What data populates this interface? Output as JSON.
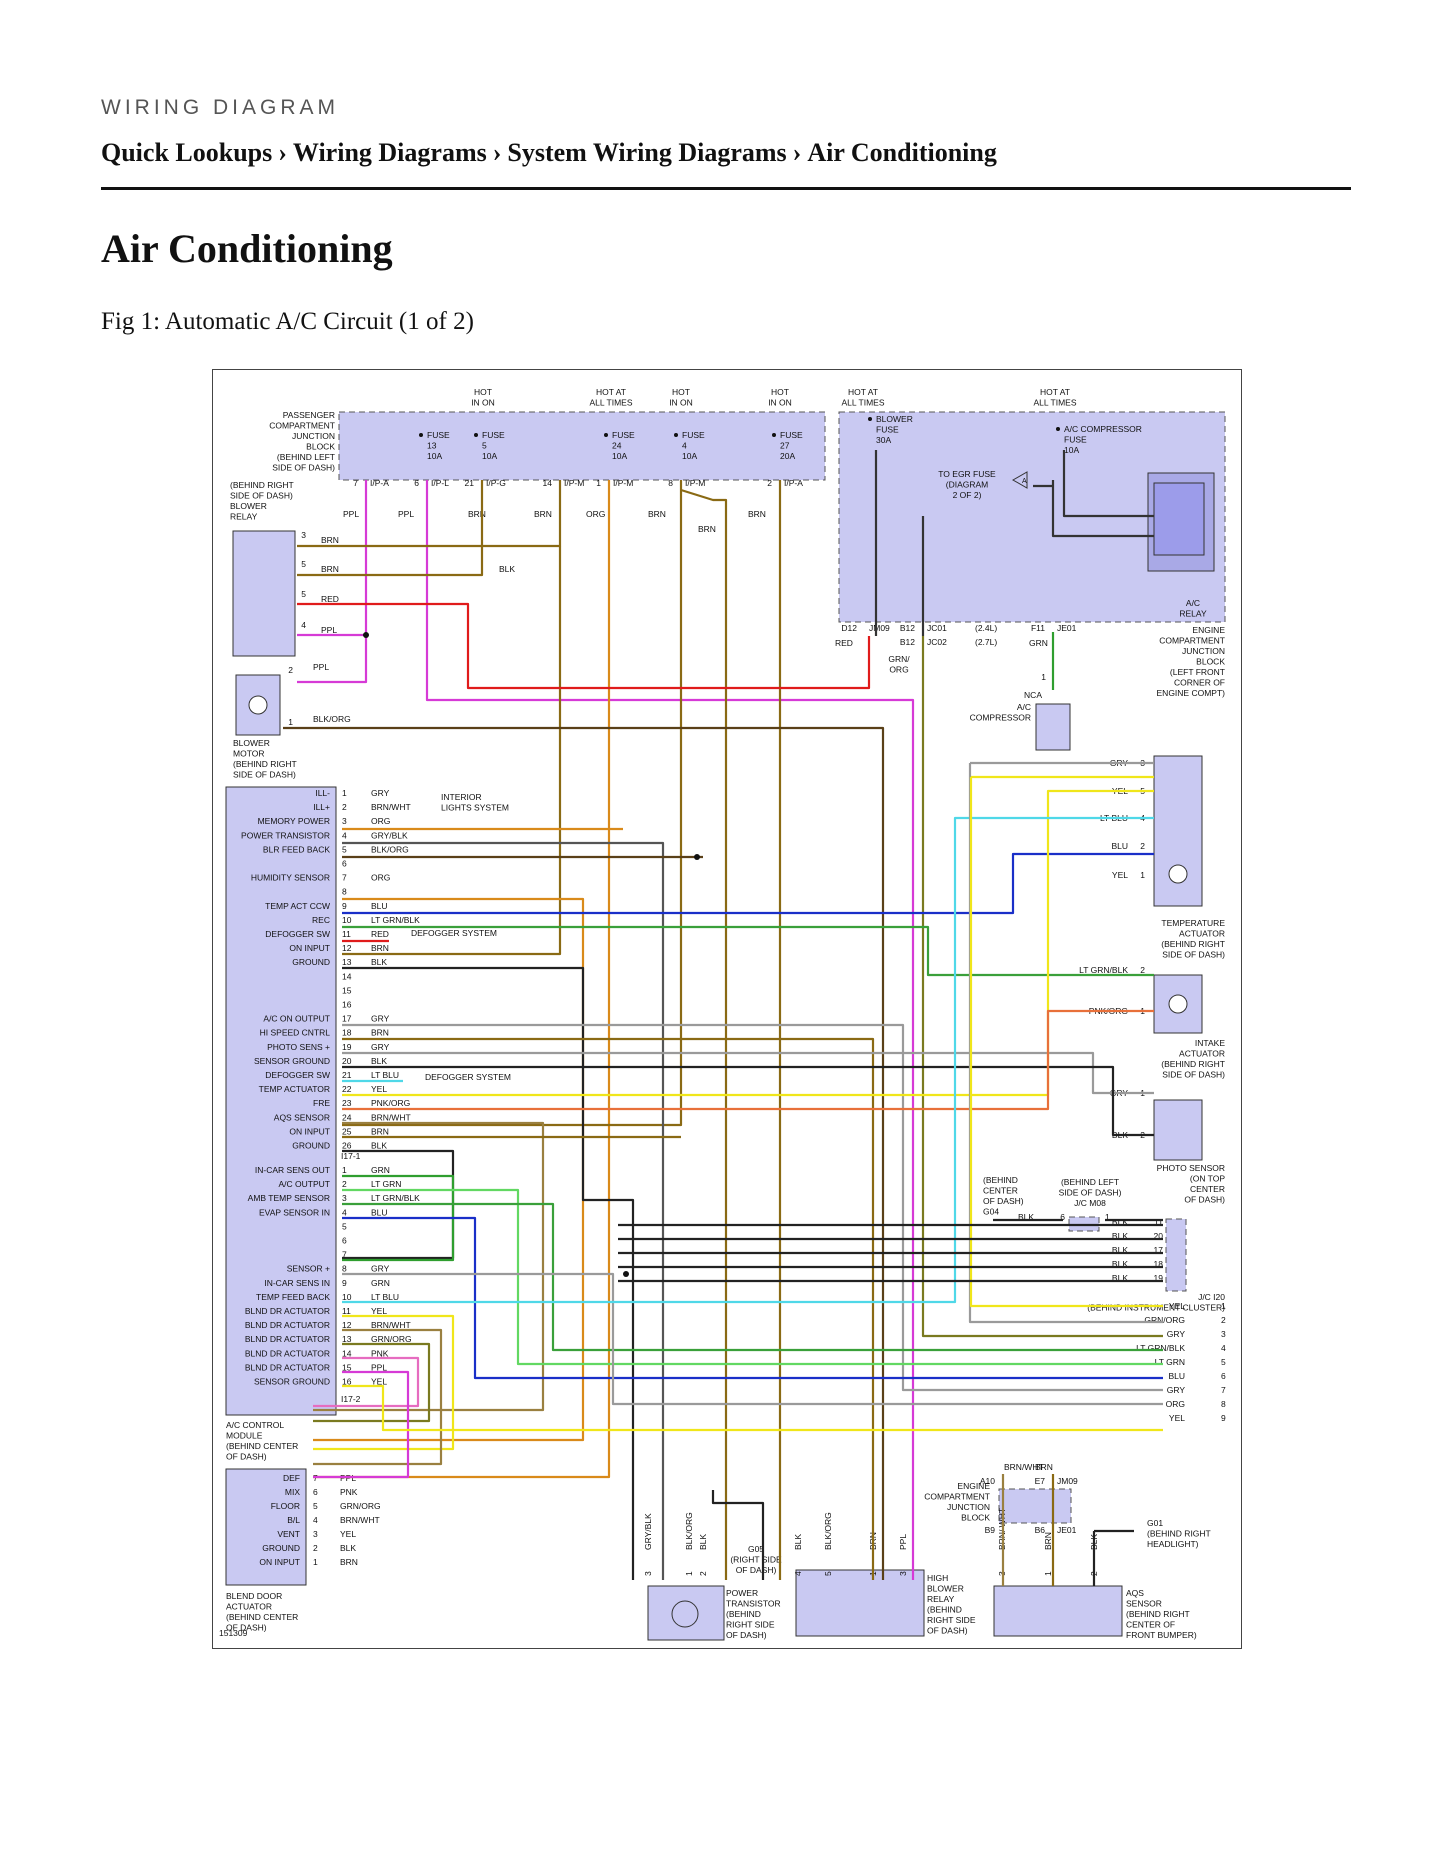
{
  "header": {
    "kicker": "WIRING DIAGRAM",
    "breadcrumb": [
      "Quick Lookups",
      "Wiring Diagrams",
      "System Wiring Diagrams",
      "Air Conditioning"
    ],
    "separator": "›"
  },
  "page_title": "Air Conditioning",
  "figure_caption": "Fig 1: Automatic A/C Circuit (1 of 2)",
  "diagram": {
    "figure_id": "151309",
    "colors": {
      "component_fill": "#c9c9f2",
      "component_fill_dark": "#a9a9e6",
      "PPL": "#d63ad6",
      "BRN": "#8a6a14",
      "RED": "#e01b1b",
      "ORG": "#d98a1a",
      "GRY": "#9a9a9a",
      "BLK": "#222222",
      "BLU": "#1a2fc8",
      "GRN": "#2f9e2f",
      "LT_GRN": "#62d862",
      "LT_BLU": "#4fd8e8",
      "YEL": "#f0e61a",
      "PNK": "#e66cc0",
      "BRN_WHT": "#9a8040",
      "BLK_ORG": "#5a4018",
      "GRN_ORG": "#7a7a20",
      "PNK_ORG": "#e8703a",
      "GRY_BLK": "#555555",
      "LT_GRN_BLK": "#3aa03a"
    },
    "headers": [
      {
        "key": "h1",
        "text": [
          "HOT",
          "IN ON"
        ]
      },
      {
        "key": "h2",
        "text": [
          "HOT AT",
          "ALL TIMES"
        ]
      },
      {
        "key": "h3",
        "text": [
          "HOT",
          "IN ON"
        ]
      },
      {
        "key": "h4",
        "text": [
          "HOT",
          "IN ON"
        ]
      },
      {
        "key": "h5",
        "text": [
          "HOT AT",
          "ALL TIMES"
        ]
      },
      {
        "key": "h6",
        "text": [
          "HOT AT",
          "ALL TIMES"
        ]
      }
    ],
    "fuses": [
      {
        "key": "f1",
        "text": [
          "FUSE",
          "13",
          "10A"
        ]
      },
      {
        "key": "f2",
        "text": [
          "FUSE",
          "5",
          "10A"
        ]
      },
      {
        "key": "f3",
        "text": [
          "FUSE",
          "24",
          "10A"
        ]
      },
      {
        "key": "f4",
        "text": [
          "FUSE",
          "4",
          "10A"
        ]
      },
      {
        "key": "f5",
        "text": [
          "FUSE",
          "27",
          "20A"
        ]
      },
      {
        "key": "f6",
        "text": [
          "BLOWER",
          "FUSE",
          "30A"
        ]
      },
      {
        "key": "f7",
        "text": [
          "A/C COMPRESSOR",
          "FUSE",
          "10A"
        ]
      }
    ],
    "labels": [
      {
        "key": "pass_jb",
        "anchor": "end",
        "text": [
          "PASSENGER",
          "COMPARTMENT",
          "JUNCTION",
          "BLOCK",
          "(BEHIND LEFT",
          "SIDE OF DASH)"
        ]
      },
      {
        "key": "blower_relay",
        "anchor": "start",
        "text": [
          "(BEHIND RIGHT",
          "SIDE OF DASH)",
          "BLOWER",
          "RELAY"
        ]
      },
      {
        "key": "egr",
        "anchor": "middle",
        "text": [
          "TO EGR FUSE",
          "(DIAGRAM",
          "2 OF 2)"
        ]
      },
      {
        "key": "ac_relay",
        "anchor": "middle",
        "text": [
          "A/C",
          "RELAY"
        ]
      },
      {
        "key": "eng_jb",
        "anchor": "end",
        "text": [
          "ENGINE",
          "COMPARTMENT",
          "JUNCTION",
          "BLOCK",
          "(LEFT FRONT",
          "CORNER OF",
          "ENGINE COMPT)"
        ]
      },
      {
        "key": "ac_comp",
        "anchor": "end",
        "text": [
          "A/C",
          "COMPRESSOR"
        ]
      },
      {
        "key": "blower_motor",
        "anchor": "start",
        "text": [
          "BLOWER",
          "MOTOR",
          "(BEHIND RIGHT",
          "SIDE OF DASH)"
        ]
      },
      {
        "key": "temp_act",
        "anchor": "end",
        "text": [
          "TEMPERATURE",
          "ACTUATOR",
          "(BEHIND RIGHT",
          "SIDE OF DASH)"
        ]
      },
      {
        "key": "intake_act",
        "anchor": "end",
        "text": [
          "INTAKE",
          "ACTUATOR",
          "(BEHIND RIGHT",
          "SIDE OF DASH)"
        ]
      },
      {
        "key": "photo",
        "anchor": "end",
        "text": [
          "PHOTO SENSOR",
          "(ON TOP",
          "CENTER",
          "OF DASH)"
        ]
      },
      {
        "key": "g04",
        "anchor": "start",
        "text": [
          "(BEHIND",
          "CENTER",
          "OF DASH)",
          "G04"
        ]
      },
      {
        "key": "jcm08",
        "anchor": "middle",
        "text": [
          "(BEHIND LEFT",
          "SIDE OF DASH)",
          "J/C M08"
        ]
      },
      {
        "key": "jci20",
        "anchor": "end",
        "text": [
          "J/C I20",
          "(BEHIND INSTRUMENT CLUSTER)"
        ]
      },
      {
        "key": "ac_module",
        "anchor": "start",
        "text": [
          "A/C CONTROL",
          "MODULE",
          "(BEHIND CENTER",
          "OF DASH)"
        ]
      },
      {
        "key": "blend_door",
        "anchor": "start",
        "text": [
          "BLEND DOOR",
          "ACTUATOR",
          "(BEHIND CENTER",
          "OF DASH)"
        ]
      },
      {
        "key": "g05",
        "anchor": "middle",
        "text": [
          "G05",
          "(RIGHT SIDE",
          "OF DASH)"
        ]
      },
      {
        "key": "power_tr",
        "anchor": "start",
        "text": [
          "POWER",
          "TRANSISTOR",
          "(BEHIND",
          "RIGHT SIDE",
          "OF DASH)"
        ]
      },
      {
        "key": "hi_relay",
        "anchor": "start",
        "text": [
          "HIGH",
          "BLOWER",
          "RELAY",
          "(BEHIND",
          "RIGHT SIDE",
          "OF DASH)"
        ]
      },
      {
        "key": "eng_jb2",
        "anchor": "end",
        "text": [
          "ENGINE",
          "COMPARTMENT",
          "JUNCTION",
          "BLOCK"
        ]
      },
      {
        "key": "g01",
        "anchor": "start",
        "text": [
          "G01",
          "(BEHIND RIGHT",
          "HEADLIGHT)"
        ]
      },
      {
        "key": "aqs",
        "anchor": "start",
        "text": [
          "AQS",
          "SENSOR",
          "(BEHIND RIGHT",
          "CENTER OF",
          "FRONT BUMPER)"
        ]
      },
      {
        "key": "interior",
        "anchor": "start",
        "text": [
          "INTERIOR",
          "LIGHTS SYSTEM"
        ]
      },
      {
        "key": "defog1",
        "anchor": "start",
        "text": [
          "DEFOGGER SYSTEM"
        ]
      },
      {
        "key": "defog2",
        "anchor": "start",
        "text": [
          "DEFOGGER SYSTEM"
        ]
      }
    ],
    "connectors": [
      {
        "key": "c_ipa1",
        "pin": "7",
        "name": "I/P-A"
      },
      {
        "key": "c_ipl",
        "pin": "6",
        "name": "I/P-L"
      },
      {
        "key": "c_ipg",
        "pin": "21",
        "name": "I/P-G"
      },
      {
        "key": "c_ipm1",
        "pin": "14",
        "name": "I/P-M"
      },
      {
        "key": "c_ipm2",
        "pin": "1",
        "name": "I/P-M"
      },
      {
        "key": "c_ipm3",
        "pin": "8",
        "name": "I/P-M"
      },
      {
        "key": "c_ipa2",
        "pin": "2",
        "name": "I/P-A"
      },
      {
        "key": "c_jm09",
        "pin": "D12",
        "name": "JM09"
      },
      {
        "key": "c_jc01",
        "pin": "B12",
        "name": "JC01"
      },
      {
        "key": "c_jc02",
        "pin": "B12",
        "name": "JC02"
      },
      {
        "key": "c_je01",
        "pin": "F11",
        "name": "JE01"
      },
      {
        "key": "c_a10",
        "pin": "A10",
        "name": ""
      },
      {
        "key": "c_e7",
        "pin": "E7",
        "name": "JM09"
      },
      {
        "key": "c_b9",
        "pin": "B9",
        "name": ""
      },
      {
        "key": "c_b6",
        "pin": "B6",
        "name": "JE01"
      }
    ],
    "misc_text": {
      "engine_24": "(2.4L)",
      "engine_27": "(2.7L)",
      "nca": "NCA",
      "i17_1": "I17-1",
      "i17_2": "I17-2",
      "m08_pin6": "6",
      "m08_pin1": "1",
      "g04_wire": "BLK",
      "egr_arrow": "A"
    },
    "wire_labels": [
      {
        "key": "w_ppl1",
        "text": "PPL"
      },
      {
        "key": "w_ppl2",
        "text": "PPL"
      },
      {
        "key": "w_brn1",
        "text": "BRN"
      },
      {
        "key": "w_brn2",
        "text": "BRN"
      },
      {
        "key": "w_org1",
        "text": "ORG"
      },
      {
        "key": "w_brn3",
        "text": "BRN"
      },
      {
        "key": "w_brn4",
        "text": "BRN"
      },
      {
        "key": "w_brn5",
        "text": "BRN"
      },
      {
        "key": "w_br3",
        "text": "BRN"
      },
      {
        "key": "w_br5",
        "text": "BRN"
      },
      {
        "key": "w_blk_r",
        "text": "BLK"
      },
      {
        "key": "w_red_r",
        "text": "RED"
      },
      {
        "key": "w_ppl_r",
        "text": "PPL"
      },
      {
        "key": "w_ppl_m",
        "text": "PPL"
      },
      {
        "key": "w_blkorg_m",
        "text": "BLK/ORG"
      },
      {
        "key": "w_red_d12",
        "text": "RED"
      },
      {
        "key": "w_grnorg",
        "text": "GRN/ ORG"
      },
      {
        "key": "w_grn_f11",
        "text": "GRN"
      },
      {
        "key": "w_brnwht_a10",
        "text": "BRN/WHT"
      },
      {
        "key": "w_brn_e7",
        "text": "BRN"
      }
    ],
    "relay_pins": [
      {
        "key": "r3",
        "pin": "3"
      },
      {
        "key": "r5a",
        "pin": "5"
      },
      {
        "key": "r5b",
        "pin": "5"
      },
      {
        "key": "r4",
        "pin": "4"
      },
      {
        "key": "m2",
        "pin": "2"
      },
      {
        "key": "m1",
        "pin": "1"
      },
      {
        "key": "comp1",
        "pin": "1"
      }
    ],
    "module_pins_1": [
      {
        "pin": "1",
        "label": "ILL-",
        "wire": "GRY"
      },
      {
        "pin": "2",
        "label": "ILL+",
        "wire": "BRN/WHT"
      },
      {
        "pin": "3",
        "label": "MEMORY POWER",
        "wire": "ORG"
      },
      {
        "pin": "4",
        "label": "POWER TRANSISTOR",
        "wire": "GRY/BLK"
      },
      {
        "pin": "5",
        "label": "BLR FEED BACK",
        "wire": "BLK/ORG"
      },
      {
        "pin": "6",
        "label": "",
        "wire": ""
      },
      {
        "pin": "7",
        "label": "HUMIDITY SENSOR",
        "wire": "ORG"
      },
      {
        "pin": "8",
        "label": "",
        "wire": ""
      },
      {
        "pin": "9",
        "label": "TEMP ACT CCW",
        "wire": "BLU"
      },
      {
        "pin": "10",
        "label": "REC",
        "wire": "LT GRN/BLK"
      },
      {
        "pin": "11",
        "label": "DEFOGGER SW",
        "wire": "RED"
      },
      {
        "pin": "12",
        "label": "ON INPUT",
        "wire": "BRN"
      },
      {
        "pin": "13",
        "label": "GROUND",
        "wire": "BLK"
      },
      {
        "pin": "14",
        "label": "",
        "wire": ""
      },
      {
        "pin": "15",
        "label": "",
        "wire": ""
      },
      {
        "pin": "16",
        "label": "",
        "wire": ""
      },
      {
        "pin": "17",
        "label": "A/C ON OUTPUT",
        "wire": "GRY"
      },
      {
        "pin": "18",
        "label": "HI SPEED CNTRL",
        "wire": "BRN"
      },
      {
        "pin": "19",
        "label": "PHOTO SENS +",
        "wire": "GRY"
      },
      {
        "pin": "20",
        "label": "SENSOR GROUND",
        "wire": "BLK"
      },
      {
        "pin": "21",
        "label": "DEFOGGER SW",
        "wire": "LT BLU"
      },
      {
        "pin": "22",
        "label": "TEMP ACTUATOR",
        "wire": "YEL"
      },
      {
        "pin": "23",
        "label": "FRE",
        "wire": "PNK/ORG"
      },
      {
        "pin": "24",
        "label": "AQS SENSOR",
        "wire": "BRN/WHT"
      },
      {
        "pin": "25",
        "label": "ON INPUT",
        "wire": "BRN"
      },
      {
        "pin": "26",
        "label": "GROUND",
        "wire": "BLK"
      }
    ],
    "module_pins_2": [
      {
        "pin": "1",
        "label": "IN-CAR SENS OUT",
        "wire": "GRN"
      },
      {
        "pin": "2",
        "label": "A/C OUTPUT",
        "wire": "LT GRN"
      },
      {
        "pin": "3",
        "label": "AMB TEMP SENSOR",
        "wire": "LT GRN/BLK"
      },
      {
        "pin": "4",
        "label": "EVAP SENSOR IN",
        "wire": "BLU"
      },
      {
        "pin": "5",
        "label": "",
        "wire": ""
      },
      {
        "pin": "6",
        "label": "",
        "wire": ""
      },
      {
        "pin": "7",
        "label": "",
        "wire": ""
      },
      {
        "pin": "8",
        "label": "SENSOR +",
        "wire": "GRY"
      },
      {
        "pin": "9",
        "label": "IN-CAR SENS IN",
        "wire": "GRN"
      },
      {
        "pin": "10",
        "label": "TEMP FEED BACK",
        "wire": "LT BLU"
      },
      {
        "pin": "11",
        "label": "BLND DR ACTUATOR",
        "wire": "YEL"
      },
      {
        "pin": "12",
        "label": "BLND DR ACTUATOR",
        "wire": "BRN/WHT"
      },
      {
        "pin": "13",
        "label": "BLND DR ACTUATOR",
        "wire": "GRN/ORG"
      },
      {
        "pin": "14",
        "label": "BLND DR ACTUATOR",
        "wire": "PNK"
      },
      {
        "pin": "15",
        "label": "BLND DR ACTUATOR",
        "wire": "PPL"
      },
      {
        "pin": "16",
        "label": "SENSOR GROUND",
        "wire": "YEL"
      }
    ],
    "blend_pins": [
      {
        "pin": "7",
        "label": "DEF",
        "wire": "PPL"
      },
      {
        "pin": "6",
        "label": "MIX",
        "wire": "PNK"
      },
      {
        "pin": "5",
        "label": "FLOOR",
        "wire": "GRN/ORG"
      },
      {
        "pin": "4",
        "label": "B/L",
        "wire": "BRN/WHT"
      },
      {
        "pin": "3",
        "label": "VENT",
        "wire": "YEL"
      },
      {
        "pin": "2",
        "label": "GROUND",
        "wire": "BLK"
      },
      {
        "pin": "1",
        "label": "ON INPUT",
        "wire": "BRN"
      }
    ],
    "temp_act_pins": [
      {
        "pin": "3",
        "wire": "GRY"
      },
      {
        "pin": "5",
        "wire": "YEL"
      },
      {
        "pin": "4",
        "wire": "LT BLU"
      },
      {
        "pin": "2",
        "wire": "BLU"
      },
      {
        "pin": "1",
        "wire": "YEL"
      }
    ],
    "intake_pins": [
      {
        "pin": "2",
        "wire": "LT GRN/BLK"
      },
      {
        "pin": "1",
        "wire": "PNK/ORG"
      }
    ],
    "photo_pins": [
      {
        "pin": "1",
        "wire": "GRY"
      },
      {
        "pin": "2",
        "wire": "BLK"
      }
    ],
    "jc_i20_pins": [
      {
        "pin": "11",
        "wire": "BLK"
      },
      {
        "pin": "20",
        "wire": "BLK"
      },
      {
        "pin": "17",
        "wire": "BLK"
      },
      {
        "pin": "18",
        "wire": "BLK"
      },
      {
        "pin": "19",
        "wire": "BLK"
      }
    ],
    "jc_i20_right": [
      {
        "pin": "1",
        "wire": "YEL"
      },
      {
        "pin": "2",
        "wire": "GRN/ORG"
      },
      {
        "pin": "3",
        "wire": "GRY"
      },
      {
        "pin": "4",
        "wire": "LT GRN/BLK"
      },
      {
        "pin": "5",
        "wire": "LT GRN"
      },
      {
        "pin": "6",
        "wire": "BLU"
      },
      {
        "pin": "7",
        "wire": "GRY"
      },
      {
        "pin": "8",
        "wire": "ORG"
      },
      {
        "pin": "9",
        "wire": "YEL"
      }
    ],
    "bottom_pins": [
      {
        "key": "pt3",
        "pin": "3",
        "wire": "GRY/BLK"
      },
      {
        "key": "pt1",
        "pin": "1",
        "wire": "BLK/ORG"
      },
      {
        "key": "pt2",
        "pin": "2",
        "wire": "BLK"
      },
      {
        "key": "hb4",
        "pin": "4",
        "wire": "BLK"
      },
      {
        "key": "hb5",
        "pin": "5",
        "wire": "BLK/ORG"
      },
      {
        "key": "hb1",
        "pin": "1",
        "wire": "BRN"
      },
      {
        "key": "hb3",
        "pin": "3",
        "wire": "PPL"
      },
      {
        "key": "aq3",
        "pin": "3",
        "wire": "BRN/ WHT"
      },
      {
        "key": "aq1",
        "pin": "1",
        "wire": "BRN"
      },
      {
        "key": "aq2",
        "pin": "2",
        "wire": "BLK"
      }
    ]
  }
}
